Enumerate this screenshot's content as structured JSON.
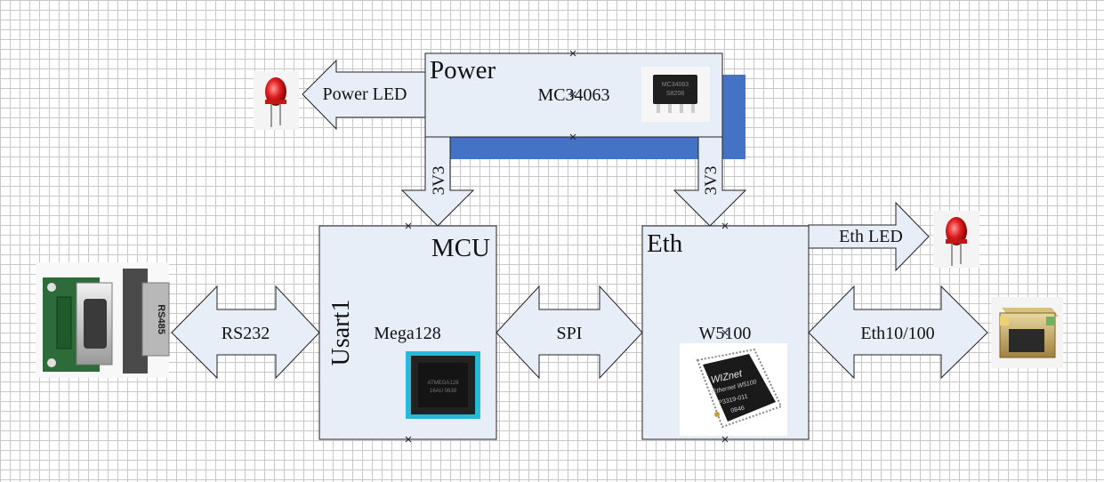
{
  "blocks": {
    "power": {
      "title": "Power",
      "chip": "MC34063"
    },
    "mcu": {
      "title": "MCU",
      "side": "Usart1",
      "chip": "Mega128"
    },
    "eth": {
      "title": "Eth",
      "chip": "W5100"
    }
  },
  "arrows": {
    "power_led": "Power LED",
    "v_mcu": "3V3",
    "v_eth": "3V3",
    "eth_led": "Eth LED",
    "rs232": "RS232",
    "spi": "SPI",
    "eth_link": "Eth10/100"
  },
  "images": {
    "rs485_marking": "RS485",
    "wiznet_brand": "WIZnet",
    "wiznet_line2": "iEthernet W5100",
    "wiznet_line3": "P3319-011",
    "wiznet_line4": "0846"
  },
  "colors": {
    "block_fill": "#e8eef8",
    "shadow": "#4472c4",
    "led_red": "#e02020",
    "pcb_green": "#2e6b3a"
  }
}
